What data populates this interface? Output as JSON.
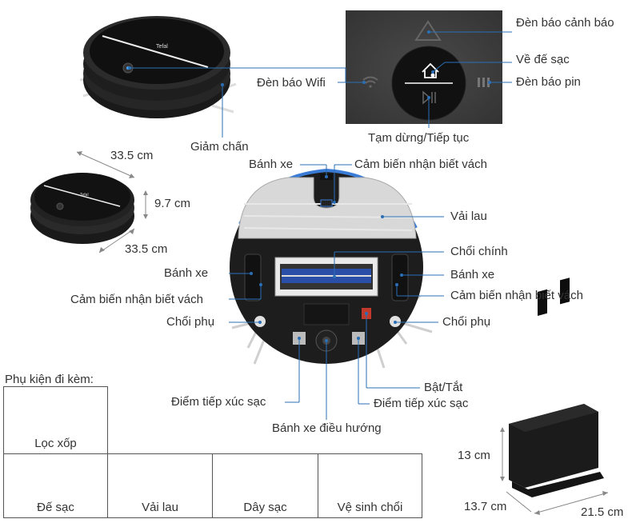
{
  "labels": {
    "warning_light": "Đèn báo cảnh báo",
    "return_dock": "Về đế sạc",
    "battery_light": "Đèn báo pin",
    "wifi_light": "Đèn báo Wifi",
    "pause_resume": "Tạm dừng/Tiếp tục",
    "bumper": "Giảm chấn",
    "wheel_top": "Bánh xe",
    "cliff_sensor_top": "Cảm biến nhận biết vách",
    "mop_cloth": "Vải lau",
    "main_brush": "Chổi chính",
    "wheel_left": "Bánh xe",
    "wheel_right": "Bánh xe",
    "cliff_sensor_left": "Cảm biến nhận biết vách",
    "cliff_sensor_right": "Cảm biến nhận biết vách",
    "side_brush_left": "Chổi phụ",
    "side_brush_right": "Chổi phụ",
    "power_switch": "Bật/Tắt",
    "charge_contact_left": "Điểm tiếp xúc sạc",
    "charge_contact_right": "Điểm tiếp xúc sạc",
    "steering_wheel": "Bánh xe điều hướng"
  },
  "dimensions": {
    "robot_width": "33.5 cm",
    "robot_height": "9.7 cm",
    "robot_depth": "33.5 cm",
    "dock_height": "13 cm",
    "dock_depth": "13.7 cm",
    "dock_width": "21.5 cm"
  },
  "accessories": {
    "title": "Phụ kiện đi kèm:",
    "foam_filter": "Lọc xốp",
    "dock": "Đế sạc",
    "mop": "Vải lau",
    "cable": "Dây sạc",
    "brush_cleaner": "Vệ sinh chổi"
  },
  "brand": "Tefal"
}
